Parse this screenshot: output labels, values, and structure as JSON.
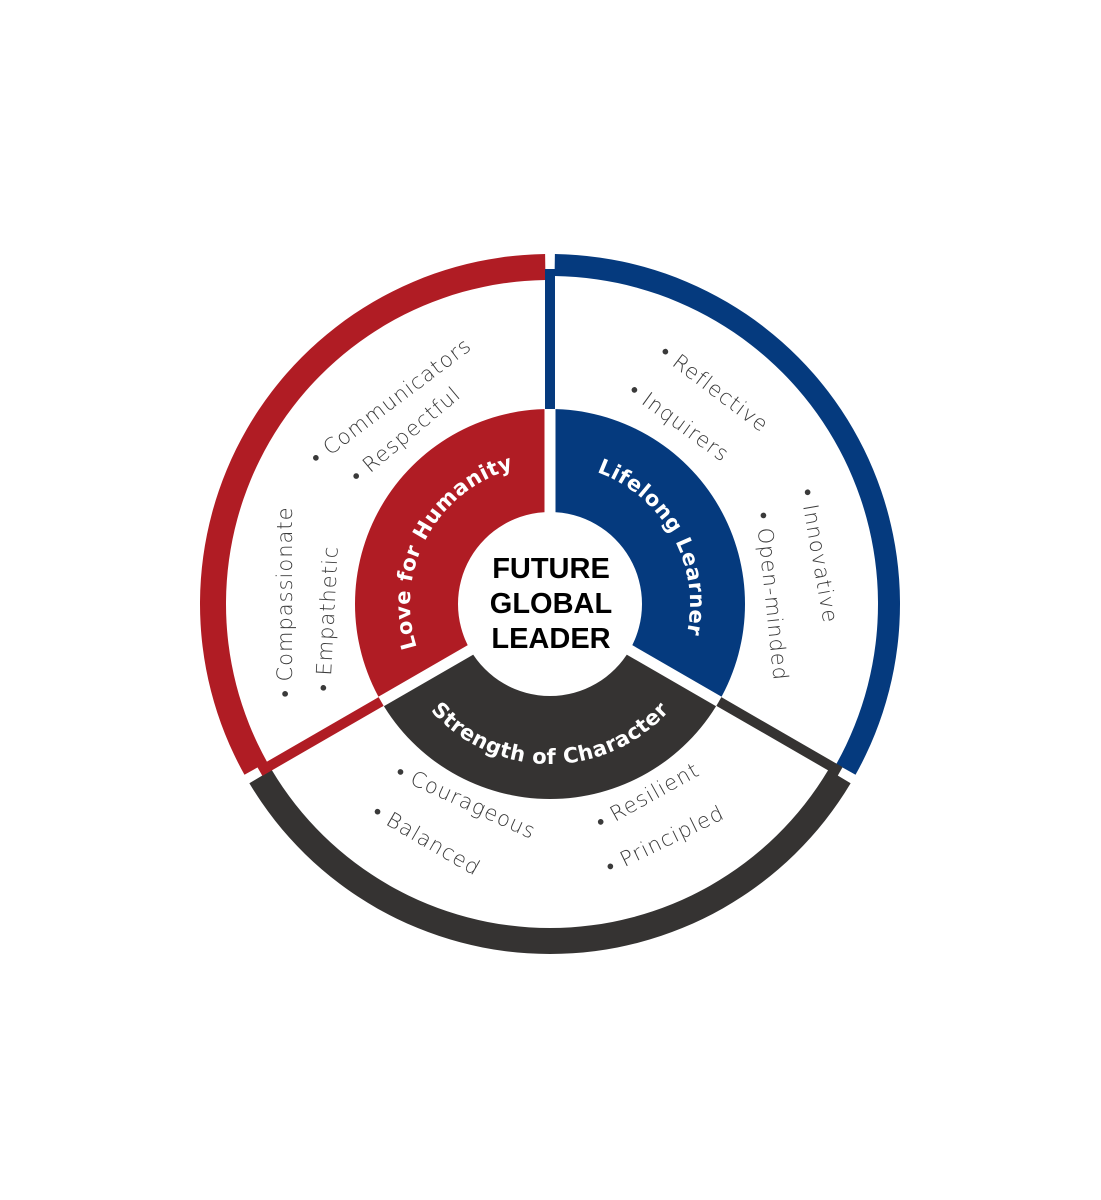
{
  "center": {
    "lines": [
      "FUTURE",
      "GLOBAL",
      "LEADER"
    ]
  },
  "colors": {
    "red": "#B01C24",
    "blue": "#053A7E",
    "dark": "#353332",
    "text": "#3a3a3a"
  },
  "segments": [
    {
      "key": "red",
      "label": "Love for Humanity",
      "traits": [
        "Communicators",
        "Respectful",
        "Compassionate",
        "Empathetic"
      ]
    },
    {
      "key": "blue",
      "label": "Lifelong Learner",
      "traits": [
        "Reflective",
        "Inquirers",
        "Innovative",
        "Open-minded"
      ]
    },
    {
      "key": "dark",
      "label": "Strength of Character",
      "traits": [
        "Courageous",
        "Balanced",
        "Resilient",
        "Principled"
      ]
    }
  ],
  "bullet": "•"
}
